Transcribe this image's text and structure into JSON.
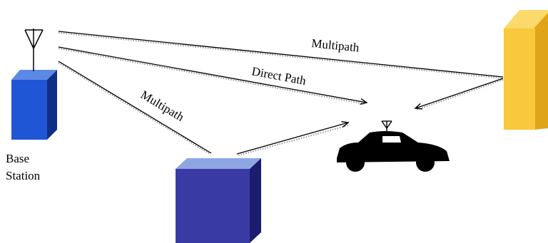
{
  "labels": {
    "multipath_top": "Multipath",
    "direct_path": "Direct Path",
    "multipath_left": "Multipath",
    "base_station_line1": "Base",
    "base_station_line2": "Station"
  },
  "colors": {
    "base_station_front": "#1f56d6",
    "base_station_side": "#0f2f86",
    "base_station_top": "#5d89e6",
    "middle_building_front": "#3a3aa4",
    "middle_building_side": "#1c1c6e",
    "middle_building_top": "#8fa6e4",
    "right_building_front": "#f9c83c",
    "right_building_side": "#e0a418",
    "right_building_top": "#fbd96a",
    "car": "#000000"
  },
  "icons": {
    "base_antenna": "antenna-icon",
    "car_antenna": "antenna-icon",
    "car": "car-icon"
  }
}
